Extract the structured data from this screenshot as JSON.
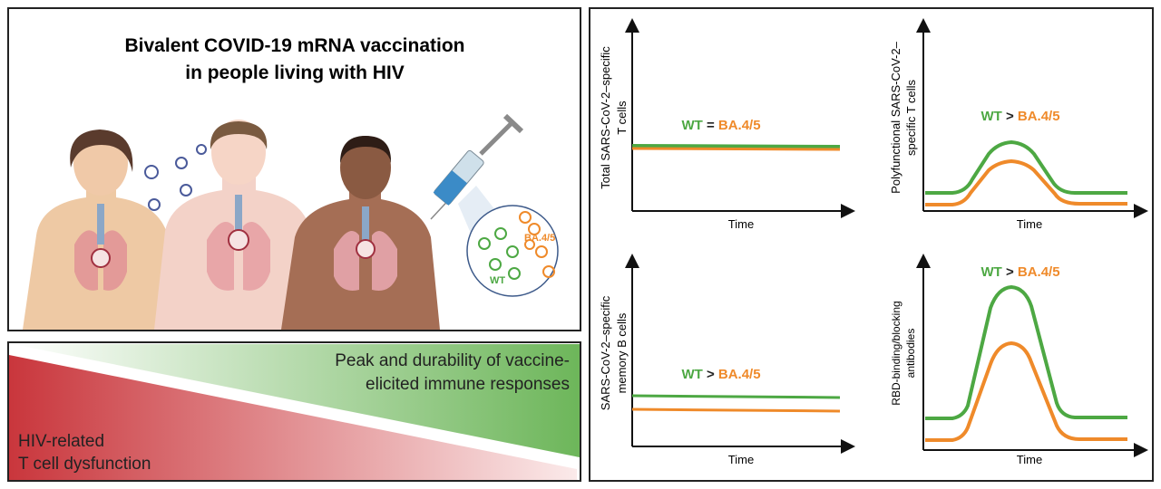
{
  "illustration": {
    "title_line1": "Bivalent COVID-19 mRNA vaccination",
    "title_line2": "in people living with HIV",
    "bubble_wt": "WT",
    "bubble_ba": "BA.4/5"
  },
  "gradient_panel": {
    "green_text_line1": "Peak and durability of vaccine-",
    "green_text_line2": "elicited immune responses",
    "red_text_line1": "HIV-related",
    "red_text_line2": "T cell dysfunction"
  },
  "colors": {
    "wt": "#4da843",
    "ba45": "#ef8a2a",
    "red": "#c9363c",
    "green": "#6db65a"
  },
  "plots": [
    {
      "ylabel_line1": "Total SARS-CoV-2–specific",
      "ylabel_line2": "T cells",
      "xlabel": "Time",
      "wt": "WT",
      "op": "=",
      "ba": "BA.4/5"
    },
    {
      "ylabel_line1": "Polyfunctional SARS-CoV-2–",
      "ylabel_line2": "specific T cells",
      "xlabel": "Time",
      "wt": "WT",
      "op": ">",
      "ba": "BA.4/5"
    },
    {
      "ylabel_line1": "SARS-CoV-2–specific",
      "ylabel_line2": "memory B cells",
      "xlabel": "Time",
      "wt": "WT",
      "op": ">",
      "ba": "BA.4/5"
    },
    {
      "ylabel_line1": "RBD-binding/blocking",
      "ylabel_line2": "antibodies",
      "xlabel": "Time",
      "wt": "WT",
      "op": ">",
      "ba": "BA.4/5"
    }
  ]
}
